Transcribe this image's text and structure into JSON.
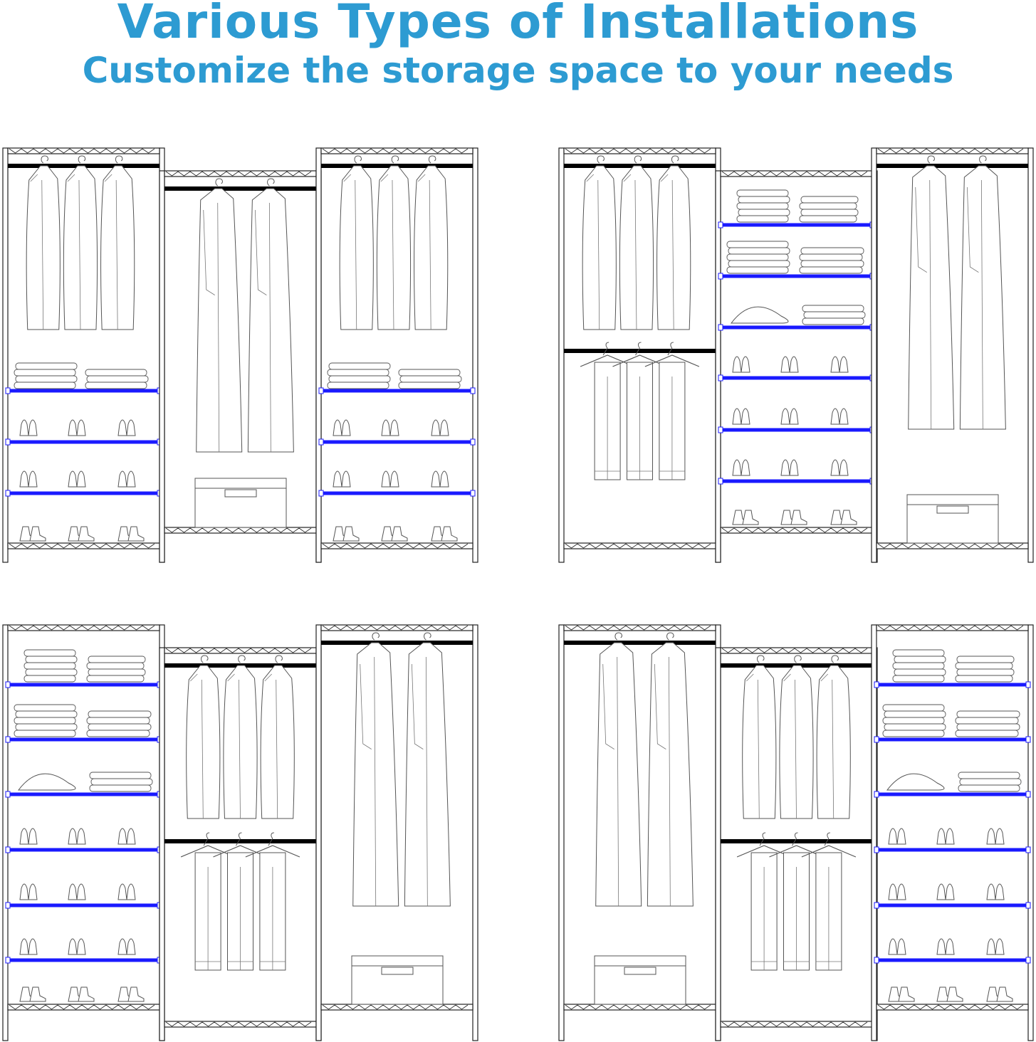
{
  "header": {
    "title": "Various Types of Installations",
    "subtitle": "Customize the storage space to your needs"
  },
  "colors": {
    "title": "#2d9bd2",
    "shelf_accent": "#1a1aff",
    "line": "#222222"
  },
  "configurations": [
    {
      "name": "configuration-top-left"
    },
    {
      "name": "configuration-top-right"
    },
    {
      "name": "configuration-bottom-left"
    },
    {
      "name": "configuration-bottom-right"
    }
  ]
}
